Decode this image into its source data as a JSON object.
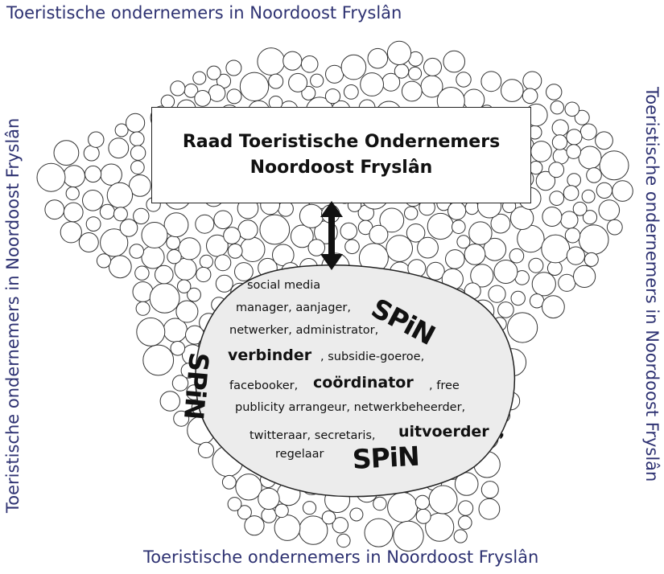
{
  "edge_labels": {
    "top": "Toeristische ondernemers in Noordoost Fryslân",
    "bottom": "Toeristische ondernemers in Noordoost Fryslân",
    "left": "Toeristische ondernemers in Noordoost Fryslân",
    "right": "Toeristische ondernemers in Noordoost Fryslân"
  },
  "council": {
    "line1": "Raad Toeristische Ondernemers",
    "line2": "Noordoost Fryslân"
  },
  "spin_label": "SPiN",
  "roles": {
    "social_media": "social media",
    "manager": "manager, aanjager,",
    "netwerker": "netwerker, administrator,",
    "verbinder": "verbinder",
    "subsidie": ", subsidie-goeroe,",
    "facebooker": "facebooker,",
    "coordinator": "coördinator",
    "free": ", free",
    "publicity": "publicity arrangeur, netwerkbeheerder,",
    "twitteraar": "twitteraar, secretaris,",
    "uitvoerder": "uitvoerder",
    "comma": ",",
    "regelaar": "regelaar"
  },
  "colors": {
    "edge_text": "#2e3272",
    "ellipse_fill": "#ececec",
    "bubble_stroke": "#333333"
  }
}
